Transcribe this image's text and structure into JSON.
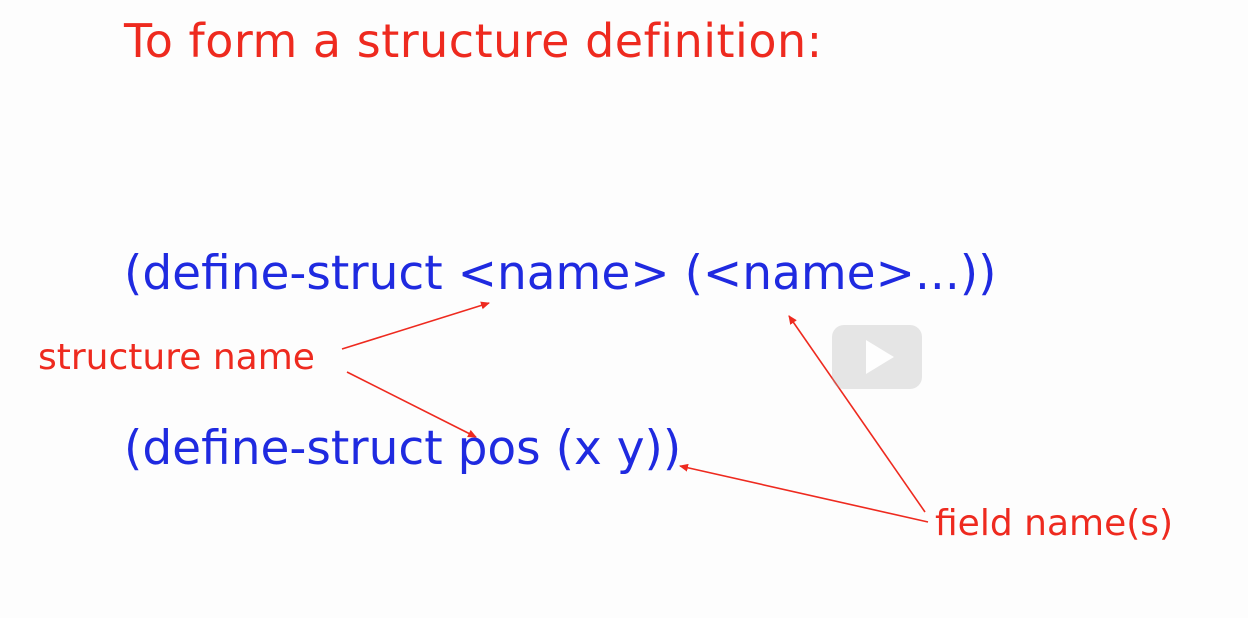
{
  "slide": {
    "title": "To form a structure definition:",
    "code_template": "(define-struct <name> (<name>...))",
    "code_example": "(define-struct pos (x y))",
    "label_structure_name": "structure name",
    "label_field_names": "field name(s)"
  },
  "player": {
    "play_icon": "play-icon"
  },
  "colors": {
    "title_text": "#ee2a1f",
    "code_text": "#1f2ae0",
    "annotation": "#ee2a1f"
  }
}
